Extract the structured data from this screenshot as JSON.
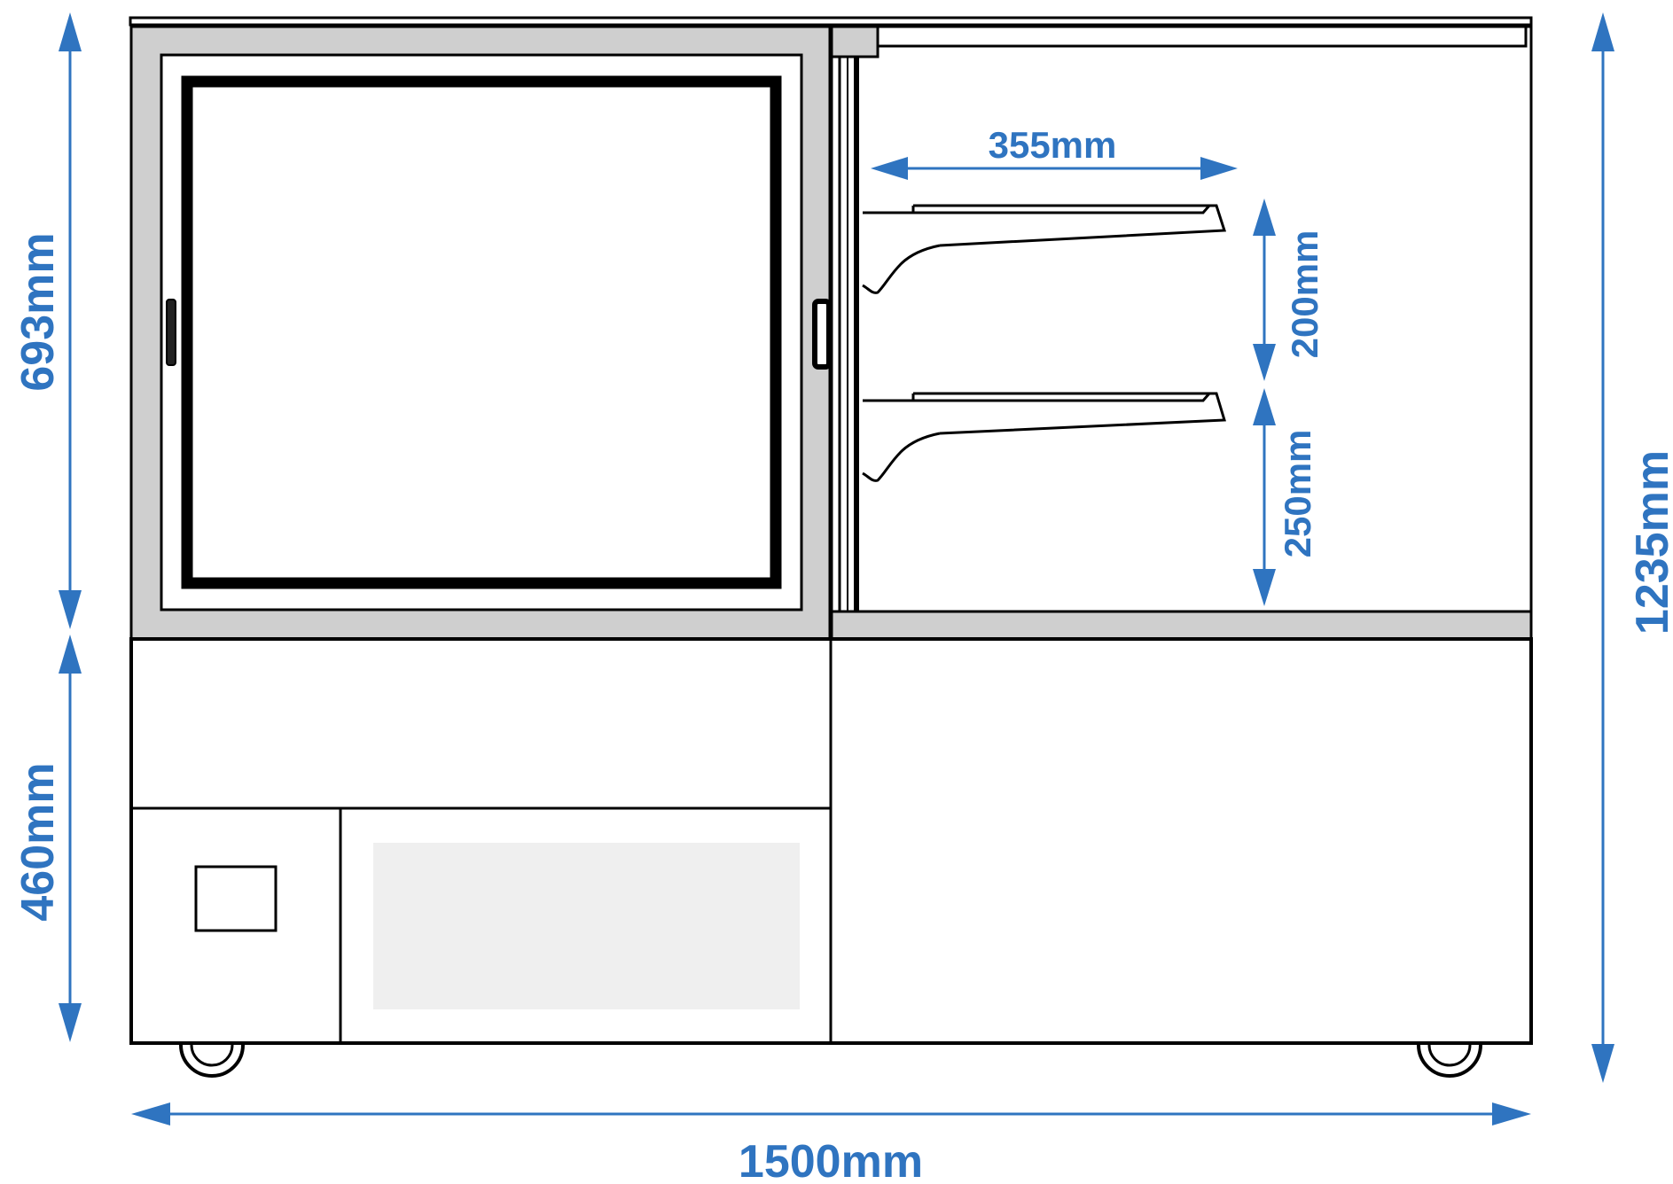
{
  "colors": {
    "dimension": "#2f74c0",
    "outline": "#000000",
    "frame_fill": "#cfcfcf",
    "panel_fill": "#efefef",
    "background": "#ffffff"
  },
  "dimensions": {
    "total_width": "1500mm",
    "total_height": "1235mm",
    "display_height": "693mm",
    "base_height": "460mm",
    "shelf_depth": "355mm",
    "shelf_spacing": "200mm",
    "bottom_clearance": "250mm"
  }
}
